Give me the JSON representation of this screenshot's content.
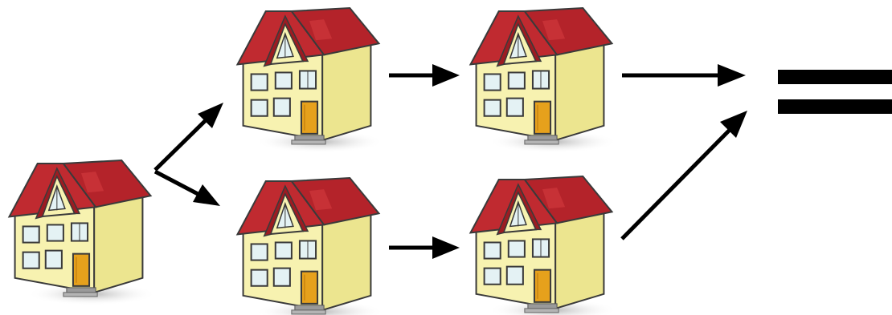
{
  "diagram": {
    "nodes": [
      {
        "id": "house-source",
        "icon": "house-icon"
      },
      {
        "id": "house-top-1",
        "icon": "house-icon"
      },
      {
        "id": "house-top-2",
        "icon": "house-icon"
      },
      {
        "id": "house-bottom-1",
        "icon": "house-icon"
      },
      {
        "id": "house-bottom-2",
        "icon": "house-icon"
      }
    ],
    "edges": [
      {
        "from": "house-source",
        "to": "house-top-1"
      },
      {
        "from": "house-source",
        "to": "house-bottom-1"
      },
      {
        "from": "house-top-1",
        "to": "house-top-2"
      },
      {
        "from": "house-bottom-1",
        "to": "house-bottom-2"
      },
      {
        "from": "house-top-2",
        "to": "equals-sign"
      },
      {
        "from": "house-bottom-2",
        "to": "equals-sign"
      }
    ],
    "result_symbol": "equals-sign-icon"
  },
  "colors": {
    "roof": "#b8262c",
    "roof_dark": "#8e1a20",
    "wall": "#f6f0a8",
    "wall_side": "#e8df86",
    "window": "#e4f2f4",
    "door": "#e6a11c",
    "outline": "#3a3a3a",
    "arrow": "#000000"
  }
}
